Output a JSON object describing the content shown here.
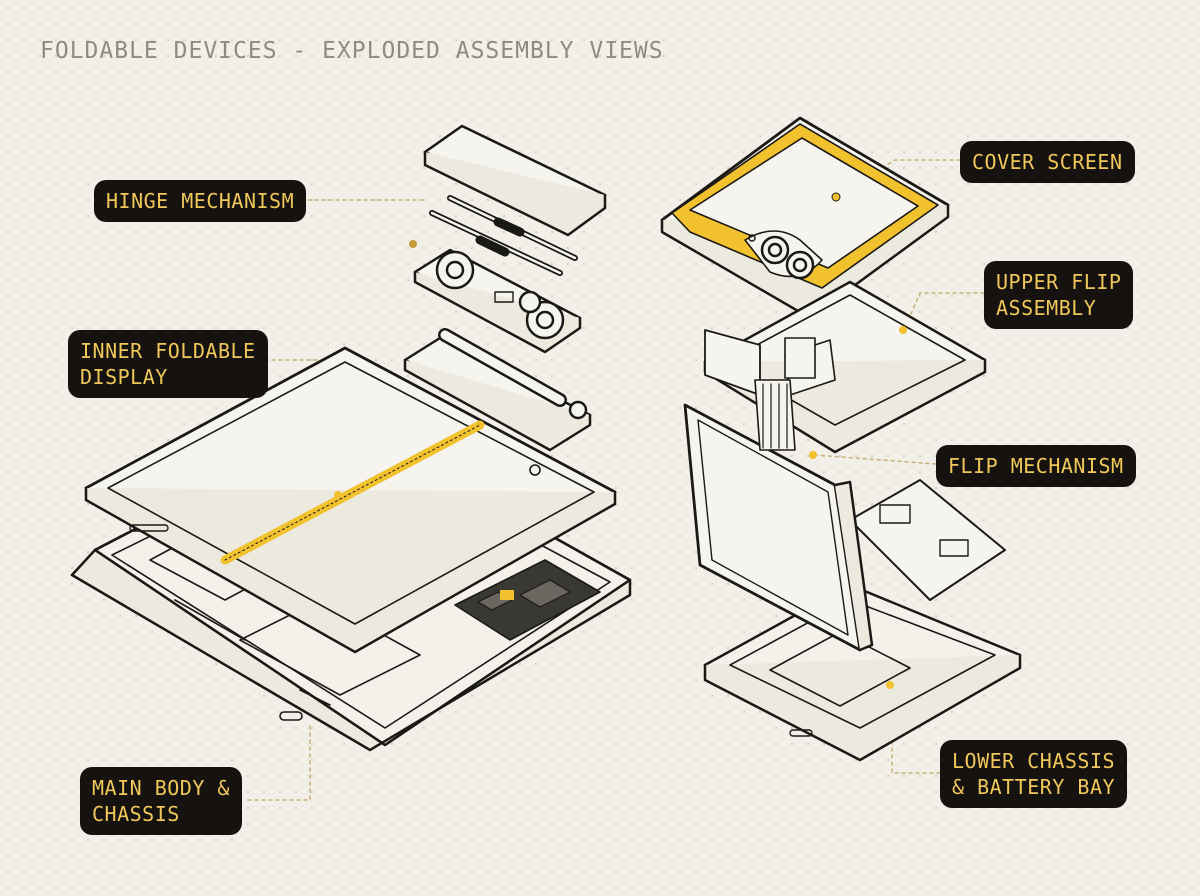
{
  "page": {
    "title": "FOLDABLE DEVICES - EXPLODED ASSEMBLY VIEWS"
  },
  "callouts": {
    "hinge_mechanism": [
      "HINGE MECHANISM"
    ],
    "inner_foldable_display": [
      "INNER FOLDABLE",
      "DISPLAY"
    ],
    "main_body_chassis": [
      "MAIN BODY &",
      "CHASSIS"
    ],
    "cover_screen": [
      "COVER SCREEN"
    ],
    "upper_flip_assembly": [
      "UPPER FLIP",
      "ASSEMBLY"
    ],
    "flip_mechanism": [
      "FLIP MECHANISM"
    ],
    "lower_chassis_battery_bay": [
      "LOWER CHASSIS",
      "& BATTERY BAY"
    ]
  },
  "colors": {
    "accent": "#f2c12e",
    "ink": "#1b1916",
    "label_bg": "#151210",
    "label_text": "#f0c85a",
    "leader": "#c9b07a"
  }
}
